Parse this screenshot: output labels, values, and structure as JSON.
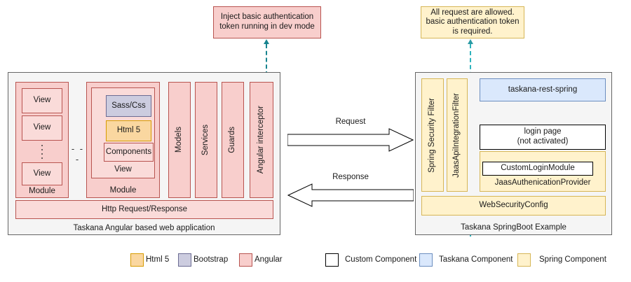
{
  "notes": {
    "angular_interceptor_note": "Inject basic authentication token running in dev mode",
    "spring_filter_note": "All request are allowed. basic authentication token is required."
  },
  "left_panel": {
    "caption": "Taskana Angular based web application",
    "module_a": {
      "label": "Module",
      "views": [
        "View",
        "View",
        "View"
      ],
      "ellipsis": "⋮"
    },
    "between_modules_ellipsis": "- - -",
    "module_b": {
      "label": "Module",
      "view_label": "View",
      "children": [
        {
          "label": "Sass/Css",
          "type": "bootstrap"
        },
        {
          "label": "Html 5",
          "type": "html5"
        },
        {
          "label": "Components",
          "type": "angular"
        }
      ]
    },
    "columns": [
      "Models",
      "Services",
      "Guards",
      "Angular interceptor"
    ],
    "http_bar": "Http Request/Response"
  },
  "center": {
    "request_label": "Request",
    "response_label": "Response"
  },
  "right_panel": {
    "caption": "Taskana SpringBoot Example",
    "filters": [
      "Spring Security Filter",
      "JaasApiIntegrationFilter"
    ],
    "rest_spring": "taskana-rest-spring",
    "login_page_line1": "login page",
    "login_page_line2": "(not activated)",
    "jaas_provider_label": "JaasAuthenicationProvider",
    "custom_login_module": "CustomLoginModule",
    "web_security_config": "WebSecurityConfig"
  },
  "legend": {
    "left_items": [
      {
        "label": "Html 5",
        "fill": "#fad7a0",
        "stroke": "#d79b00"
      },
      {
        "label": "Bootstrap",
        "fill": "#ccccdf",
        "stroke": "#6c6c93"
      },
      {
        "label": "Angular",
        "fill": "#f8cecc",
        "stroke": "#b85450"
      }
    ],
    "right_items": [
      {
        "label": "Custom Component",
        "fill": "#ffffff",
        "stroke": "#000000"
      },
      {
        "label": "Taskana Component",
        "fill": "#dae8fc",
        "stroke": "#6c8ebf"
      },
      {
        "label": "Spring Component",
        "fill": "#fff2cc",
        "stroke": "#d6b656"
      }
    ]
  },
  "colors": {
    "angular_fill": "#f8cecc",
    "angular_stroke": "#b85450",
    "spring_fill": "#fff2cc",
    "spring_stroke": "#d6b656",
    "taskana_fill": "#dae8fc",
    "taskana_stroke": "#6c8ebf",
    "html5_fill": "#fad7a0",
    "html5_stroke": "#d79b00",
    "bootstrap_fill": "#ccccdf",
    "bootstrap_stroke": "#6c6c93",
    "panel_fill": "#f5f5f5",
    "panel_stroke": "#666666",
    "connector_teal": "#18848f",
    "connector_cyan": "#2fb3bd"
  }
}
